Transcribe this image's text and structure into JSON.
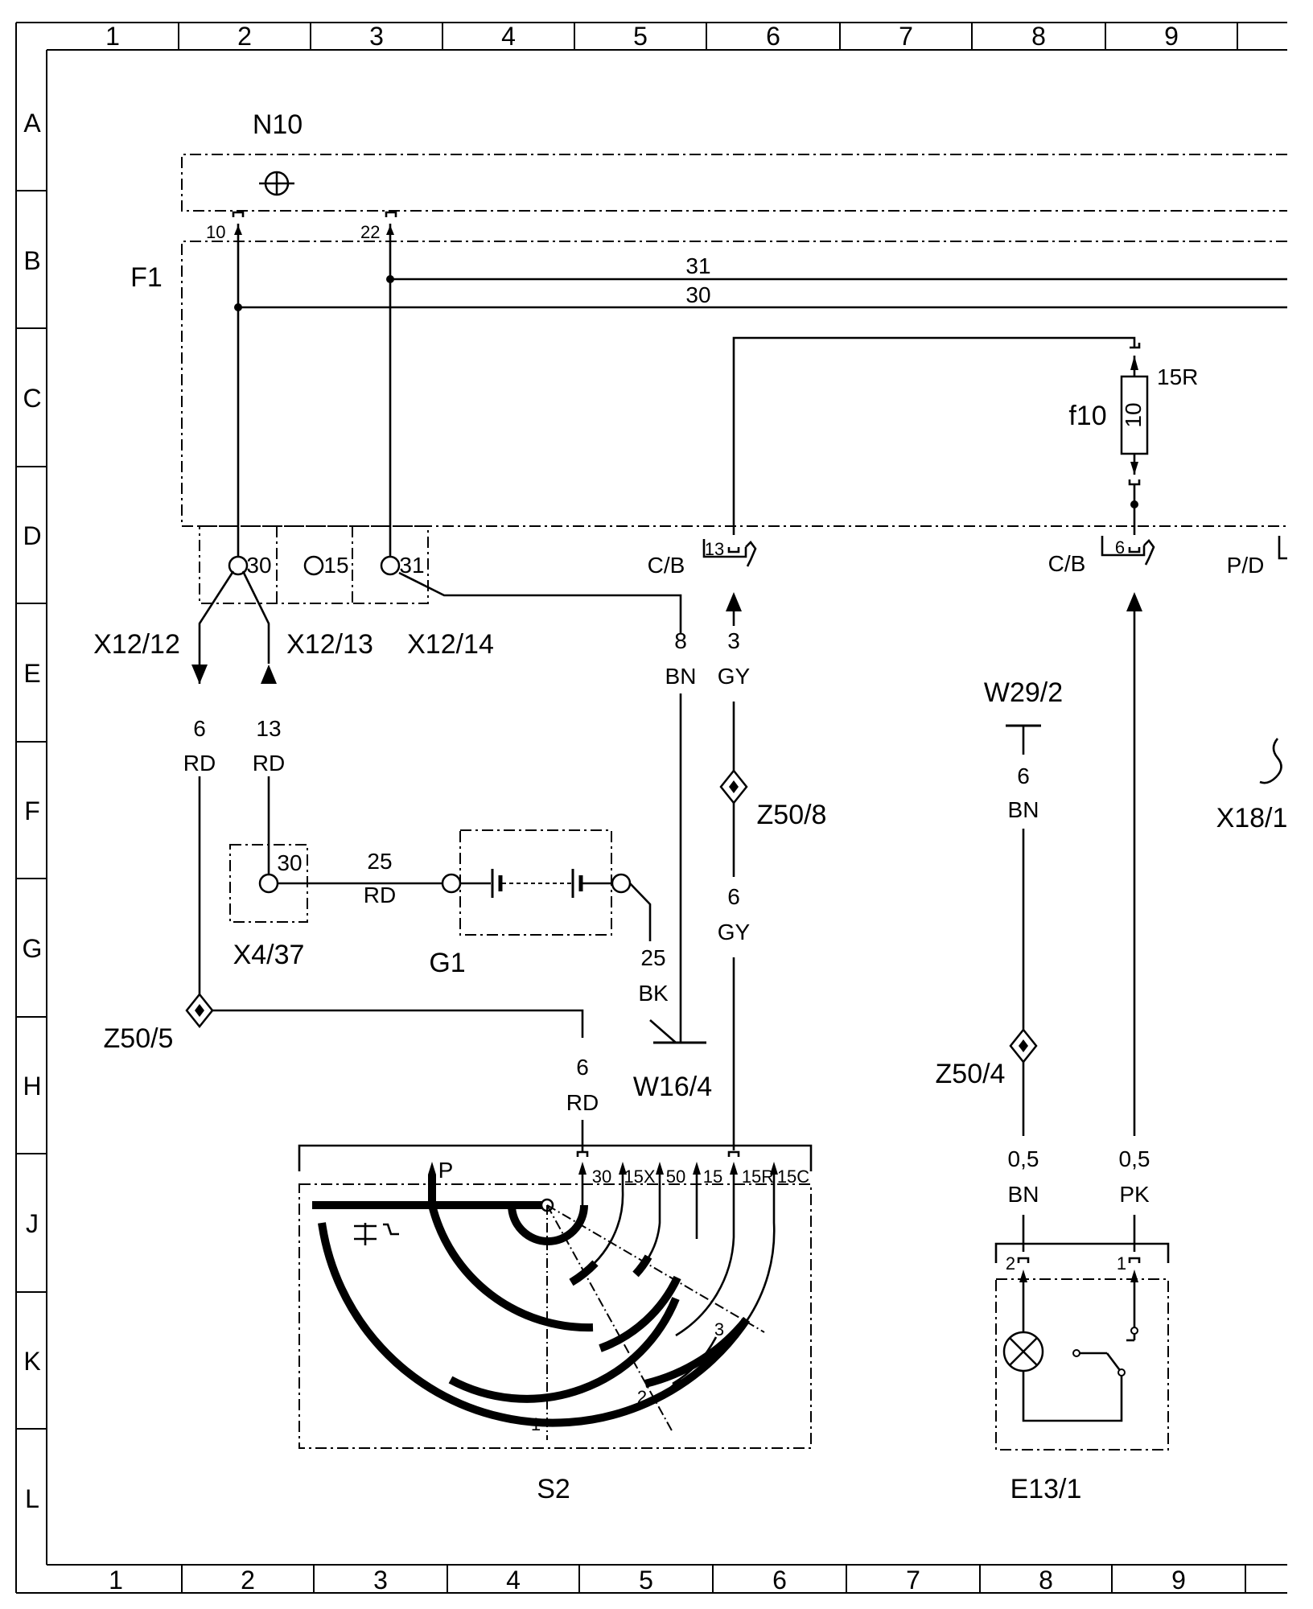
{
  "grid": {
    "columns": [
      "1",
      "2",
      "3",
      "4",
      "5",
      "6",
      "7",
      "8",
      "9"
    ],
    "rows": [
      "A",
      "B",
      "C",
      "D",
      "E",
      "F",
      "G",
      "H",
      "J",
      "K",
      "L"
    ]
  },
  "components": {
    "n10": "N10",
    "f1": "F1",
    "f10": "f10",
    "f10_value": "10",
    "f10_pin": "15R",
    "x12_12": "X12/12",
    "x12_13": "X12/13",
    "x12_14": "X12/14",
    "x4_37": "X4/37",
    "g1": "G1",
    "w16_4": "W16/4",
    "z50_5": "Z50/5",
    "z50_8": "Z50/8",
    "z50_4": "Z50/4",
    "w29_2": "W29/2",
    "x18_1": "X18/1",
    "s2": "S2",
    "e13_1": "E13/1",
    "cb1": "C/B",
    "cb2": "C/B",
    "pd": "P/D"
  },
  "pins": {
    "n10_10": "10",
    "n10_22": "22",
    "bus_31": "31",
    "bus_30": "30",
    "x12_30": "30",
    "x12_15": "15",
    "x12_31": "31",
    "x4_30": "30",
    "cb_13": "13",
    "cb_6": "6",
    "s2_p": "P",
    "s2_30": "30",
    "s2_15x": "15X",
    "s2_50": "50",
    "s2_15": "15",
    "s2_15r": "15R",
    "s2_15c": "15C",
    "s2_pos1": "1",
    "s2_pos2": "2",
    "s2_pos3": "3",
    "e13_pin2": "2",
    "e13_pin1": "1"
  },
  "wires": {
    "w1_size": "6",
    "w1_color": "RD",
    "w2_size": "13",
    "w2_color": "RD",
    "w3_size": "25",
    "w3_color": "RD",
    "w4_size": "25",
    "w4_color": "BK",
    "w5_size": "8",
    "w5_color": "BN",
    "w6_size": "3",
    "w6_color": "GY",
    "w7_size": "6",
    "w7_color": "GY",
    "w8_size": "6",
    "w8_color": "RD",
    "w9_size": "6",
    "w9_color": "BN",
    "w10_size": "0,5",
    "w10_color": "BN",
    "w11_size": "0,5",
    "w11_color": "PK"
  }
}
